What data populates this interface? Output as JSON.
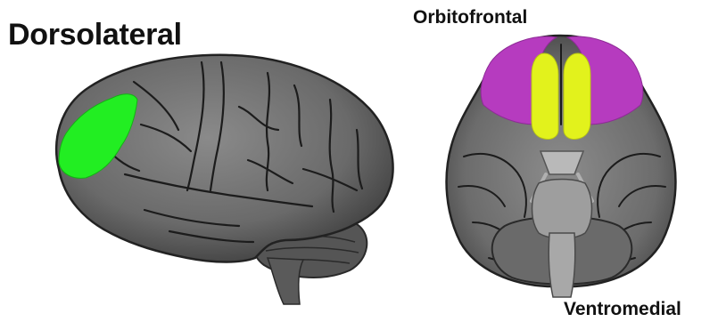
{
  "labels": {
    "dorsolateral": "Dorsolateral",
    "orbitofrontal": "Orbitofrontal",
    "ventromedial": "Ventromedial"
  },
  "colors": {
    "dorsolateral_region": "#22ee22",
    "orbitofrontal_region": "#b63bbf",
    "ventromedial_region": "#e2f21c",
    "brain_tissue": "#6e6e6e",
    "brain_dark": "#3a3a3a",
    "sulcus_lines": "#1c1c1c"
  },
  "views": {
    "lateral": "lateral-brain-view",
    "ventral": "ventral-brain-view"
  }
}
